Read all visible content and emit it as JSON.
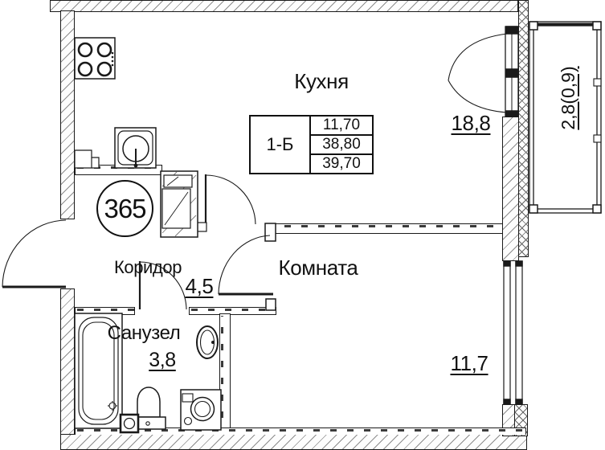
{
  "apartment_number": "365",
  "info_table": {
    "type": "1-Б",
    "rows": [
      "11,70",
      "38,80",
      "39,70"
    ]
  },
  "rooms": {
    "kitchen": {
      "label": "Кухня",
      "area": "18,8"
    },
    "corridor": {
      "label": "Коридор",
      "area": "4,5"
    },
    "living": {
      "label": "Комната",
      "area": "11,7"
    },
    "bathroom": {
      "label": "Санузел",
      "area": "3,8"
    },
    "balcony": {
      "area": "2,8(0,9)"
    }
  },
  "colors": {
    "line": "#1a1a1a",
    "hatch": "#8d8d8d",
    "background": "#ffffff"
  }
}
